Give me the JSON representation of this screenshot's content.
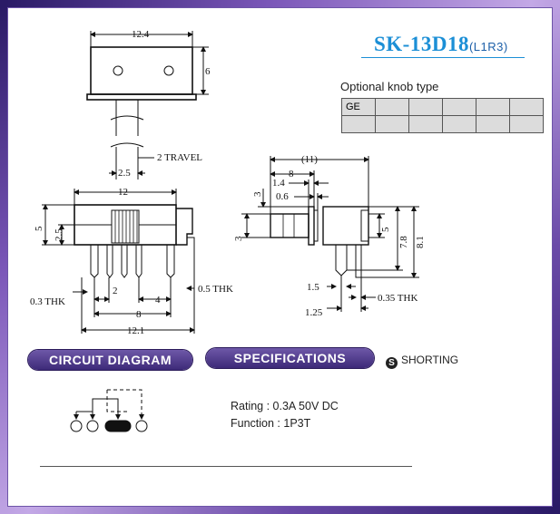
{
  "header": {
    "model": "SK-13D18",
    "model_suffix": "(L1R3)"
  },
  "knob": {
    "label": "Optional knob type",
    "table": [
      [
        "GE",
        "",
        "",
        "",
        "",
        ""
      ],
      [
        "",
        "",
        "",
        "",
        "",
        ""
      ]
    ]
  },
  "top_view": {
    "width_label": "12.4",
    "height_label": "6",
    "pitch_label": "2.5",
    "travel_label": "2 TRAVEL"
  },
  "front_view": {
    "width_label": "12",
    "left_height_label": "5",
    "left_offset_label": "2.5",
    "pitch_label": "2",
    "span_label": "4",
    "pin_span_label": "8",
    "total_label": "12.1",
    "thick_left_label": "0.3 THK",
    "thick_right_label": "0.5 THK"
  },
  "side_view": {
    "total_label": "(11)",
    "body_label": "8",
    "a_label": "1.4",
    "b_label": "0.6",
    "c_label": "3",
    "d_label": "3",
    "right_label": "5",
    "h1_label": "7.8",
    "h2_label": "8.1",
    "e_label": "1.5",
    "f_label": "1.25",
    "thick_label": "0.35 THK"
  },
  "sections": {
    "circuit": "CIRCUIT DIAGRAM",
    "specs": "SPECIFICATIONS",
    "shorting": "SHORTING",
    "shorting_icon": "S"
  },
  "specs": {
    "rating": "Rating : 0.3A 50V DC",
    "function": "Function : 1P3T"
  }
}
